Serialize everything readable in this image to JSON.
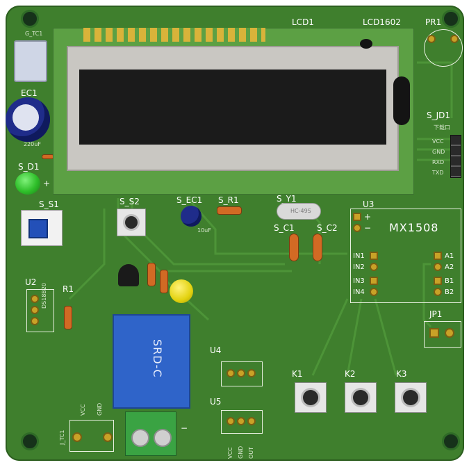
{
  "labels": {
    "lcd1": "LCD1",
    "lcd_model": "LCD1602",
    "pr1": "PR1",
    "ec1": "EC1",
    "ec1_value": "220uF",
    "s_d1": "S_D1",
    "s_s1": "S_S1",
    "s_s2": "S_S2",
    "s_ec1": "S_EC1",
    "s_ec1_value": "10uF",
    "s_r1": "S_R1",
    "s_y1": "S_Y1",
    "s_y1_crystal": "HC-49S",
    "s_c1": "S_C1",
    "s_c2": "S_C2",
    "u3": "U3",
    "u3_chip": "MX1508",
    "in1": "IN1",
    "in2": "IN2",
    "in3": "IN3",
    "in4": "IN4",
    "a1": "A1",
    "a2": "A2",
    "b1": "B1",
    "b2": "B2",
    "s_jd1": "S_JD1",
    "jd1_title": "下载口",
    "jd1_vcc": "VCC",
    "jd1_gnd": "GND",
    "jd1_rxd": "RXD",
    "jd1_txd": "TXD",
    "jp1": "JP1",
    "u2": "U2",
    "u2_part": "DS18B20",
    "r1": "R1",
    "relay": "SRD-C",
    "u4": "U4",
    "u5": "U5",
    "k1": "K1",
    "k2": "K2",
    "k3": "K3",
    "vcc": "VCC",
    "gnd": "GND",
    "out": "OUT",
    "j_tc1": "J_TC1",
    "plus": "+",
    "minus": "−"
  },
  "colors": {
    "board": "#3f7f2d",
    "lcd_bezel": "#c9c7c2",
    "lcd_screen": "#1b1b1b",
    "relay": "#2f64c9",
    "led_green": "#2fbf2a",
    "led_yellow": "#e3d20f",
    "terminal": "#3aa343",
    "pad": "#c9a227"
  }
}
